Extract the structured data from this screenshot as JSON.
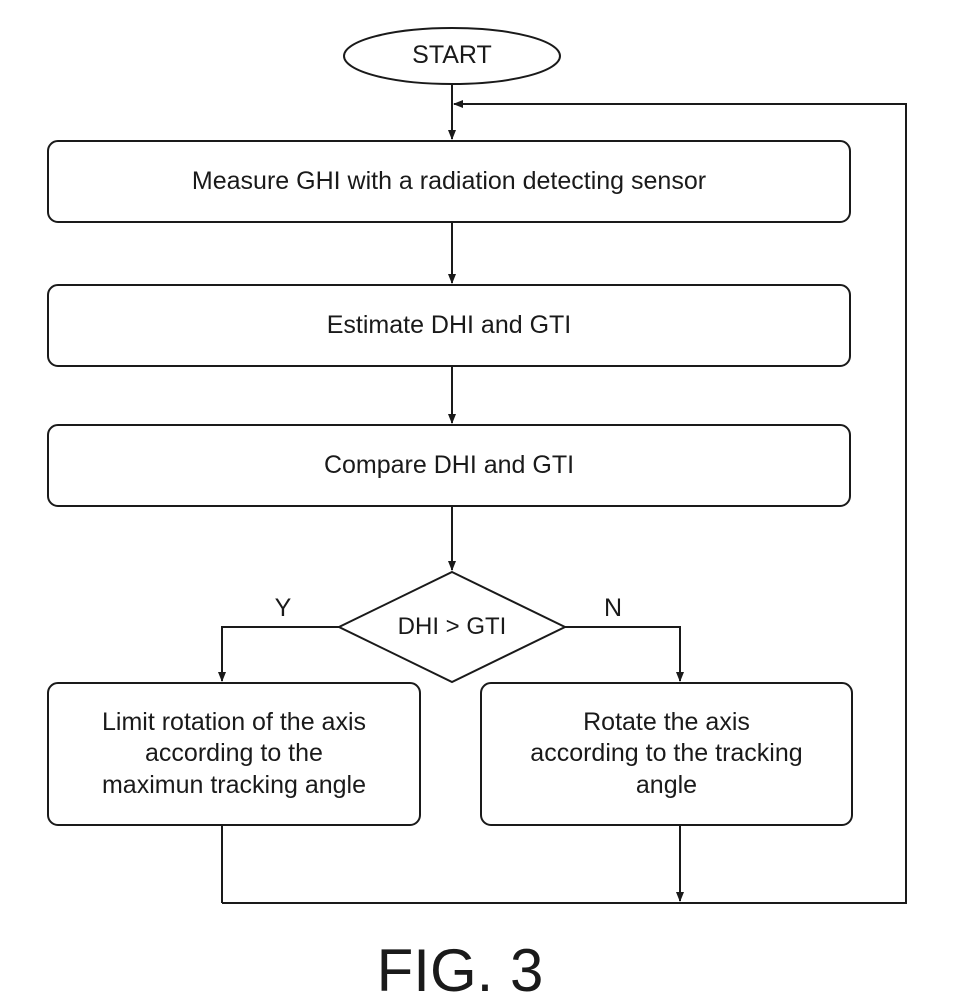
{
  "nodes": {
    "start": "START",
    "measure": "Measure GHI with a radiation detecting sensor",
    "estimate": "Estimate DHI and GTI",
    "compare": "Compare DHI and GTI",
    "decision": "DHI > GTI",
    "limit": "Limit rotation of the axis\naccording to the\nmaximun  tracking angle",
    "rotate": "Rotate the axis\naccording to the tracking\nangle"
  },
  "branches": {
    "yes": "Y",
    "no": "N"
  },
  "figure_label": "FIG. 3"
}
